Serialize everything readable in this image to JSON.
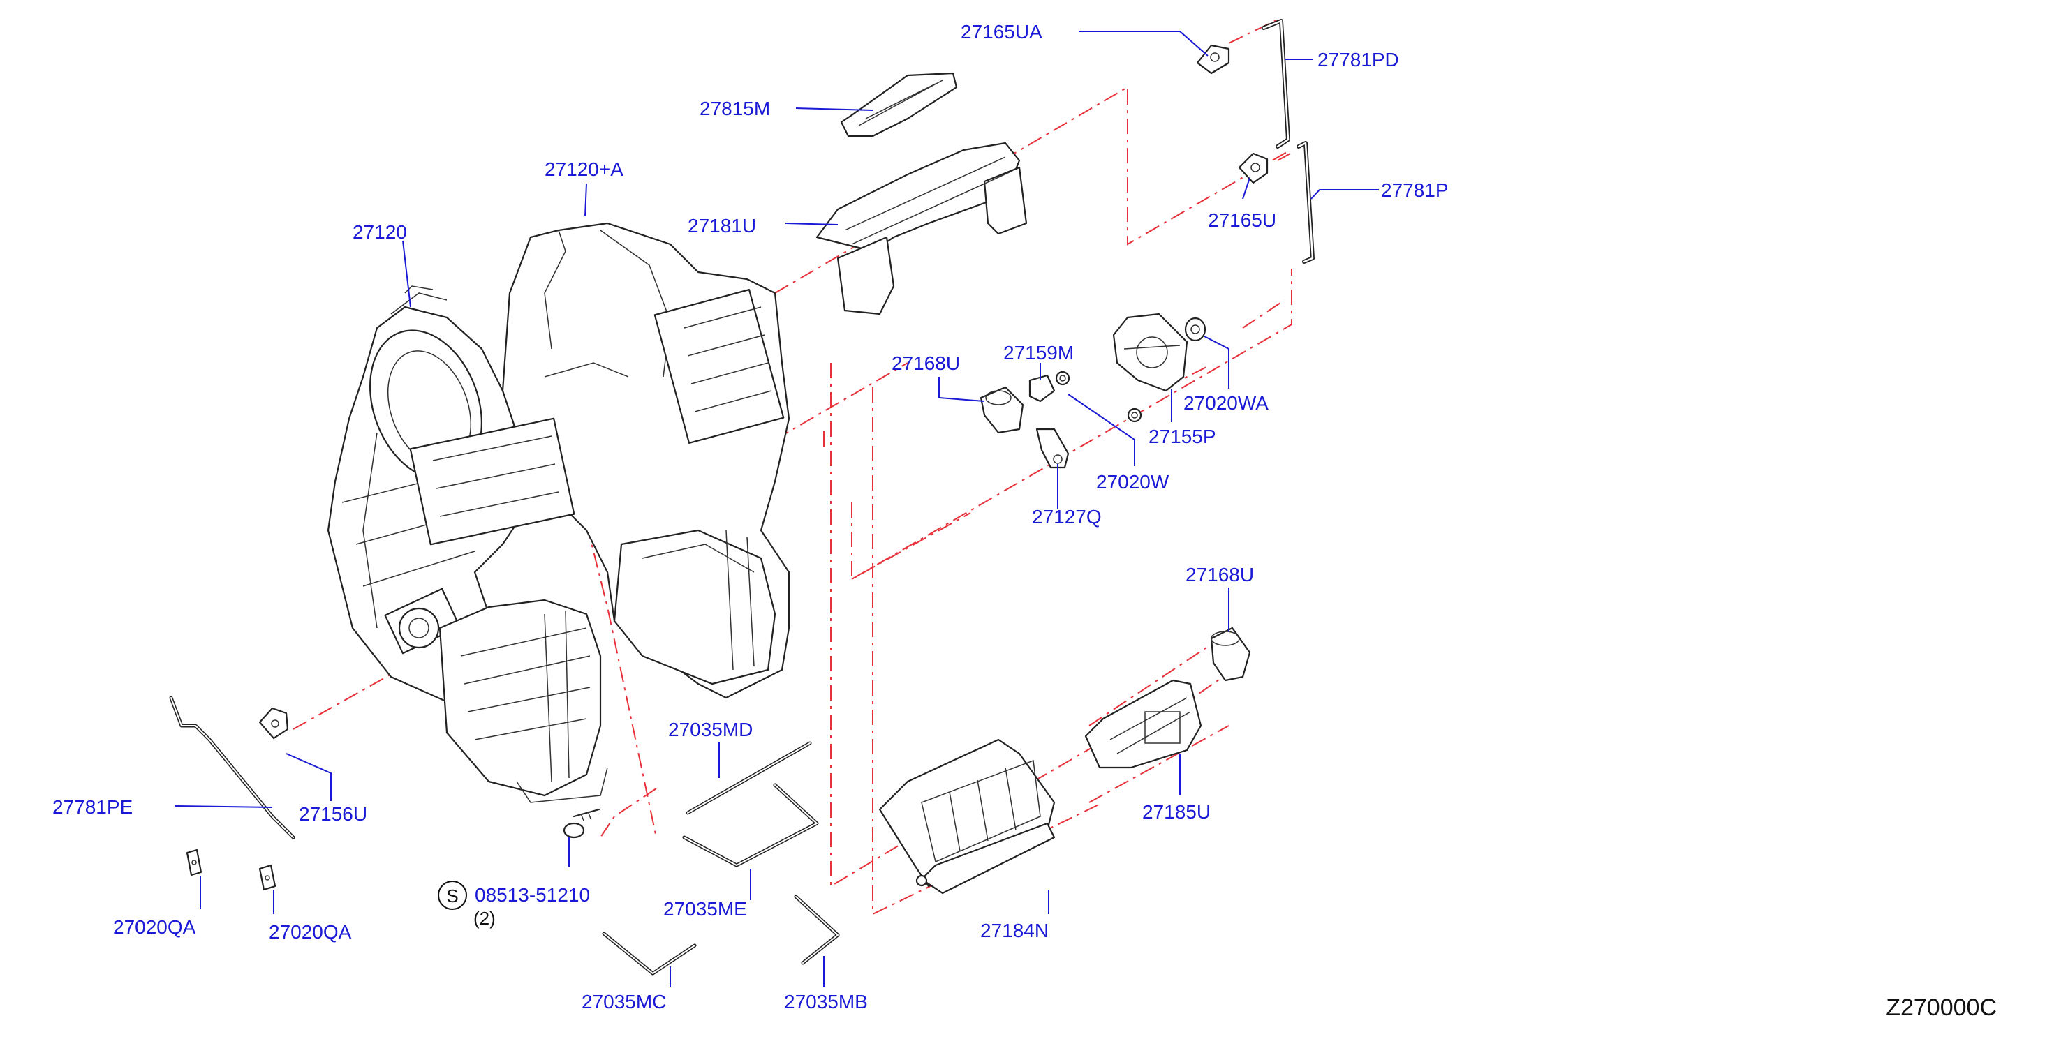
{
  "diagram": {
    "reference_code": "Z270000C",
    "fastener_symbol": "S",
    "fastener_quantity": "(2)",
    "labels": {
      "p27165UA": "27165UA",
      "p27781PD": "27781PD",
      "p27815M": "27815M",
      "p27120A": "27120+A",
      "p27181U": "27181U",
      "p27781P": "27781P",
      "p27165U": "27165U",
      "p27120": "27120",
      "p27168U_top": "27168U",
      "p27159M": "27159M",
      "p27020WA": "27020WA",
      "p27155P": "27155P",
      "p27020W": "27020W",
      "p27127Q": "27127Q",
      "p27168U_bot": "27168U",
      "p27035MD": "27035MD",
      "p27781PE": "27781PE",
      "p27156U": "27156U",
      "p27185U": "27185U",
      "p08513": "08513-51210",
      "p27035ME": "27035ME",
      "p27184N": "27184N",
      "p27020QA_l": "27020QA",
      "p27020QA_r": "27020QA",
      "p27035MC": "27035MC",
      "p27035MB": "27035MB"
    }
  }
}
